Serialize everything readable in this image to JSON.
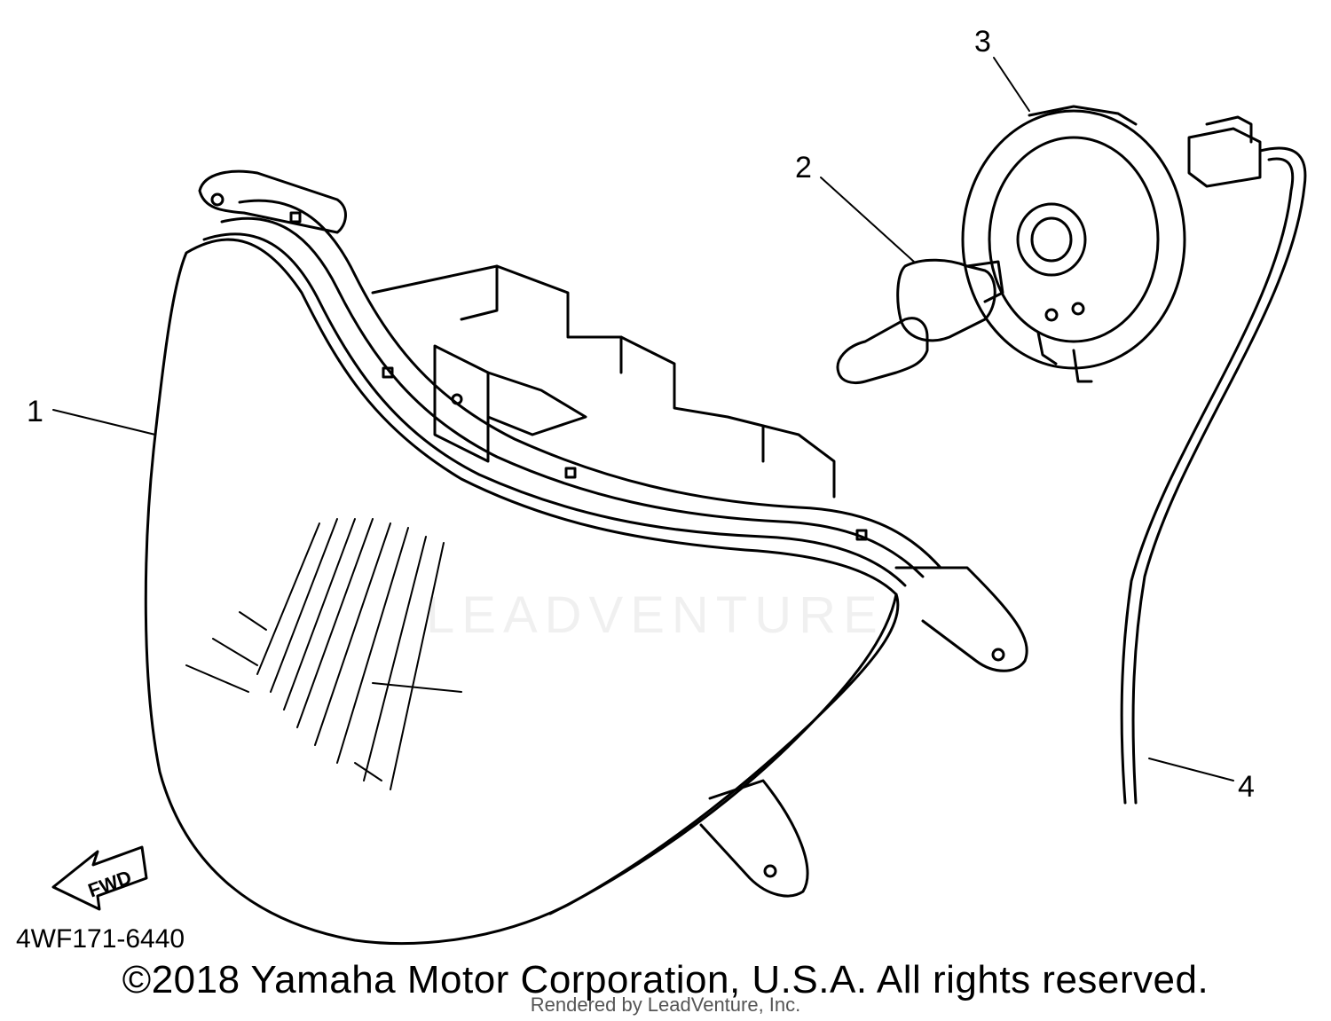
{
  "diagram": {
    "callouts": [
      {
        "id": "1",
        "label": "1"
      },
      {
        "id": "2",
        "label": "2"
      },
      {
        "id": "3",
        "label": "3"
      },
      {
        "id": "4",
        "label": "4"
      }
    ],
    "direction_arrow": "FWD",
    "part_code": "4WF171-6440",
    "watermark": "LEADVENTURE"
  },
  "footer": {
    "copyright": "©2018 Yamaha Motor Corporation, U.S.A. All rights reserved.",
    "rendered_by": "Rendered by LeadVenture, Inc."
  }
}
